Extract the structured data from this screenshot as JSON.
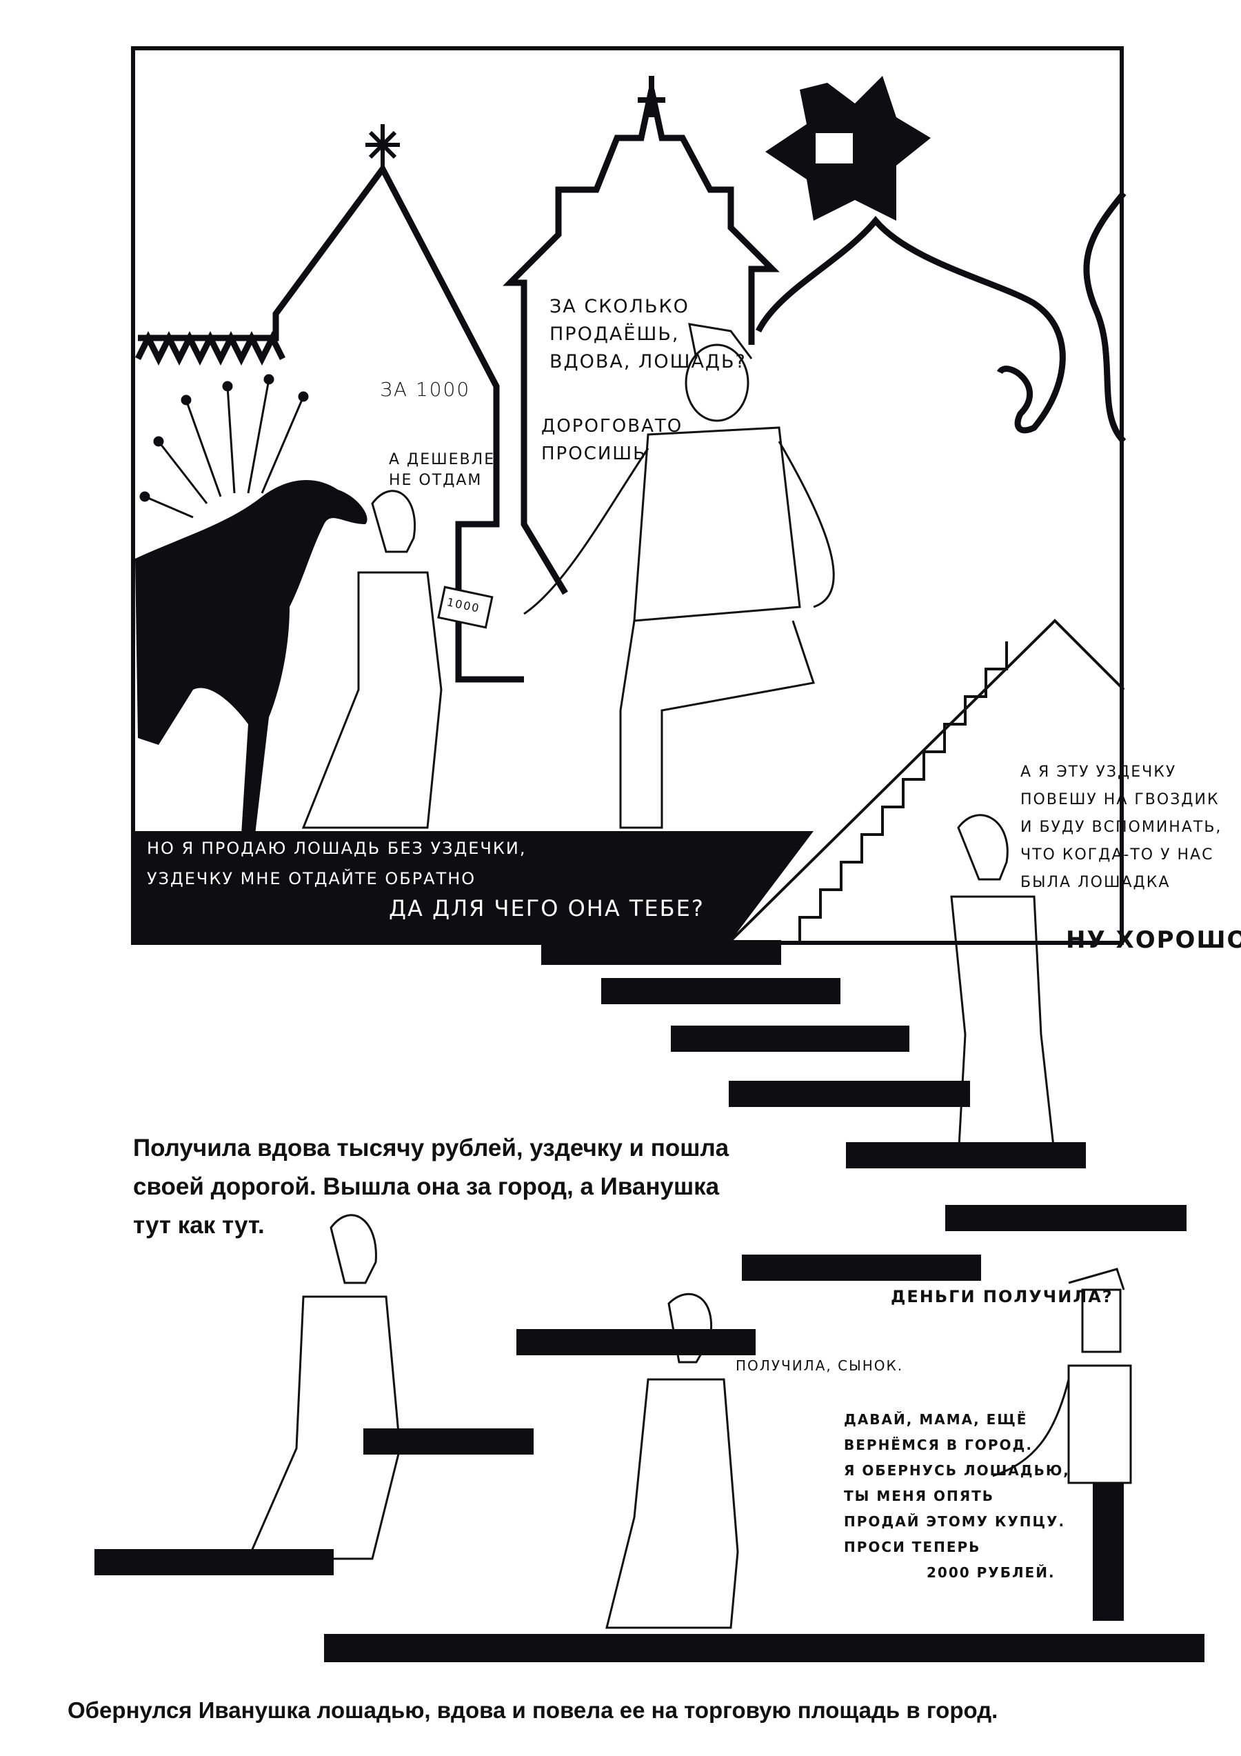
{
  "panel_top": {
    "merchant_question": [
      "За сколько",
      "продаёшь,",
      "вдова, лошадь?"
    ],
    "widow_price": "За 1000",
    "widow_firm": [
      "А дешевле",
      "не отдам"
    ],
    "merchant_comment": [
      "Дороговато",
      "просишь"
    ],
    "banknote": "1000",
    "widow_condition": [
      "Но я продаю лошадь без уздечки,",
      "уздечку мне отдайте обратно"
    ],
    "merchant_reply": "Да для чего она тебе?"
  },
  "stairs_scene": {
    "widow_explains": [
      "А я эту уздечку",
      "повешу на гвоздик",
      "и буду вспоминать,",
      "что когда-то у нас",
      "была лошадка"
    ],
    "merchant_agrees": "Ну хорошо"
  },
  "narration_1": [
    "Получила вдова тысячу рублей, уздечку и пошла",
    "своей дорогой. Вышла она за город, а Иванушка",
    "тут как тут."
  ],
  "bottom_scene": {
    "ivan_question": "Деньги получила?",
    "widow_answer": "Получила, сынок.",
    "ivan_plan": [
      "Давай, мама, ещё",
      "вернёмся в город.",
      "Я обернусь лошадью,",
      "ты меня опять",
      "продай этому купцу.",
      "Проси теперь",
      "2000 рублей."
    ]
  },
  "narration_2": "Обернулся Иванушка лошадью, вдова и повела ее на торговую площадь в город."
}
